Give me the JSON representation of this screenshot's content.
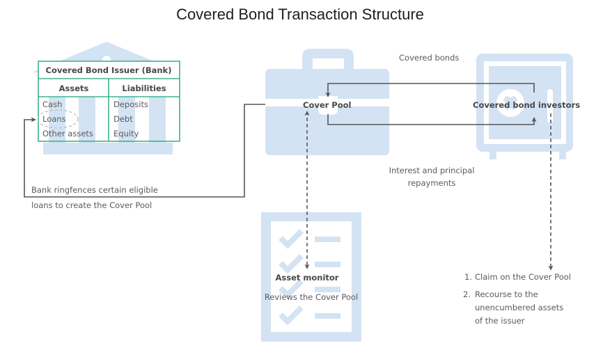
{
  "title": "Covered Bond Transaction Structure",
  "issuer": {
    "title": "Covered Bond Issuer (Bank)",
    "assets_header": "Assets",
    "liabilities_header": "Liabilities",
    "assets": [
      "Cash",
      "Loans",
      "Other assets"
    ],
    "liabilities": [
      "Deposits",
      "Debt",
      "Equity"
    ],
    "icon": "bank-icon"
  },
  "ringfence_note": [
    "Bank ringfences certain eligible",
    "loans to create the Cover Pool"
  ],
  "cover_pool": {
    "label": "Cover Pool",
    "icon": "briefcase-icon"
  },
  "investors": {
    "label": "Covered bond investors",
    "icon": "safe-icon"
  },
  "flows": {
    "covered_bonds": "Covered bonds",
    "repayments": [
      "Interest and principal",
      "repayments"
    ]
  },
  "asset_monitor": {
    "label": "Asset monitor",
    "description": "Reviews the Cover Pool",
    "icon": "checklist-clipboard-icon"
  },
  "investor_rights": [
    {
      "number": "1.",
      "lines": [
        "Claim on the Cover Pool"
      ]
    },
    {
      "number": "2.",
      "lines": [
        "Recourse to the",
        "unencumbered assets",
        "of the issuer"
      ]
    }
  ],
  "colors": {
    "icon_fill": "#d3e3f3",
    "table_border": "#3db38e",
    "arrow": "#555555",
    "label": "#474747",
    "text": "#5a5a5a"
  }
}
